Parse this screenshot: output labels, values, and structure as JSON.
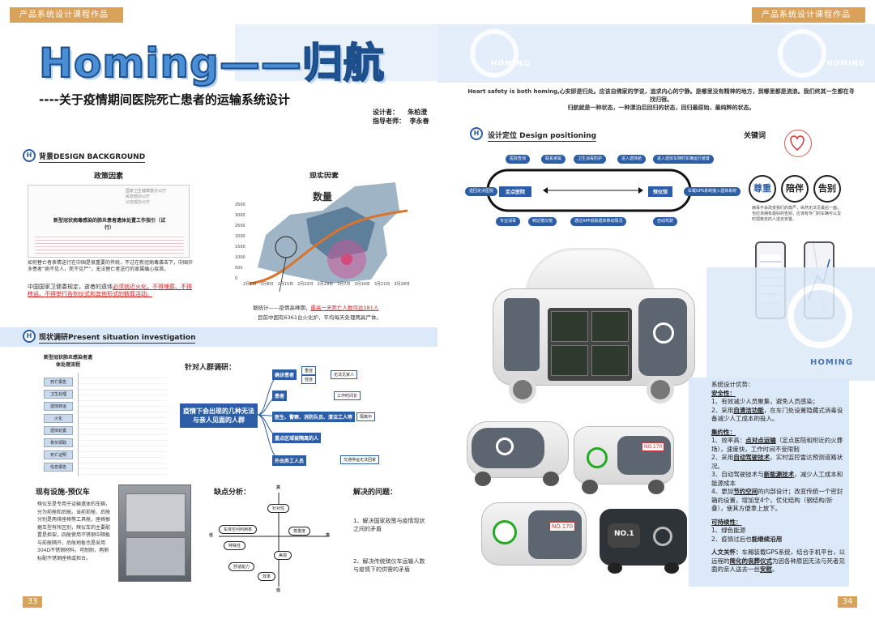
{
  "left": {
    "header_band": "产品系统设计课程作品集",
    "page_number": "33",
    "title": "Homing——归航",
    "subtitle": "----关于疫情期间医院死亡患者的运输系统设计",
    "designer_label": "设计者：",
    "designer_name": "朱柏澄",
    "advisor_label": "指导老师：",
    "advisor_name": "李永春",
    "background": {
      "heading": "背景DESIGN BACKGROUND",
      "policy_title": "政策因素",
      "reality_title": "现实因素",
      "doc_title": "新型冠状病毒感染的肺炎患者遗体处置工作指引（试行）",
      "para1": "如何替亡者表情送行在中国是很重要的传统，不过在新冠病毒袭击下，中国许多患者“病不见人，死不见尸”，无法替亡者送行的家属痛心疾首。",
      "para2_prefix": "中国国家卫健委规定，逝者的遗体",
      "para2_red": "必须就近火化，不得埋葬、不得移运、不得举行告别仪式和其他形式的骸葬活动。",
      "map_title": "数量",
      "y_ticks": [
        "3500",
        "3000",
        "2500",
        "2000",
        "1500",
        "1000",
        "500",
        "0"
      ],
      "x_ticks": [
        "2月1日",
        "2月8日",
        "2月15日",
        "2月22日",
        "2月29日",
        "3月7日",
        "3月14日",
        "3月21日",
        "3月28日"
      ],
      "caption1_prefix": "据统计——疫情高峰期，",
      "caption1_red": "最高一天死亡人数可达181人",
      "caption2": "目前中国有6361台火化炉，平均每天处理两具尸体。"
    },
    "survey": {
      "heading": "现状调研Present situation investigation",
      "flow_title": "新型冠状肺炎感染者遗体处理流程",
      "flow_steps": [
        "死亡报告",
        "卫生处理",
        "遗体转运",
        "火化",
        "遗体处置",
        "骨灰领取",
        "死亡证明",
        "信息报告"
      ],
      "crowd_title": "针对人群调研：",
      "center_question": "疫情下会出现的几种无法与亲人见面的人群",
      "branches": [
        "确诊患者",
        "患者",
        "医生、警察、消防队员、清洁工人等",
        "重点区域被隔离的人",
        "外出务工人员"
      ],
      "leaves": [
        "重症",
        "轻症",
        "无法见家人",
        "工作时间长",
        "隔离中",
        "交通停运无法回家"
      ],
      "existing_title": "现有设施-预仪车",
      "existing_text": "殡仪车是专用于运输遗体的车辆，分为前舱和后舱。当前前舱、后舱分别是两排座椅等工具舱，座椅根据车型有所区别，殡仪车的主要配置是担架，四舱使用不锈钢中隔板与前舱隔开，后舱地板也是采用304D不锈钢材料，可耐耐，两侧标配不锈钢座椅或担台。",
      "defect_title": "缺点分析：",
      "axis_high": "高",
      "axis_low": "低",
      "axis_right": "高",
      "axis_left": "低",
      "quad_items": [
        "针对性",
        "车体空间利用率",
        "尊重度",
        "特殊性",
        "美观",
        "舒适能力",
        "效率"
      ],
      "solve_title": "解决的问题：",
      "solve1": "1、解决国家政策与疫情现状之间的矛盾",
      "solve2": "2、解决传统殡仪车运输人数与疫情下的供需的矛盾"
    }
  },
  "right": {
    "header_band": "产品系统设计课程作品集",
    "page_number": "34",
    "intro_en": "Heart safety is both homing,心安即是归处。",
    "intro_line1": "应该自佛家的学说，追求内心的宁静。是哪里没有精神的地方，到哪里都是流浪。我们终其一生都在寻找归宿。",
    "intro_line2": "归航就是一种状态，一种漂泊后回归的状态，回归最原始，最纯粹的状态。",
    "positioning_heading": "设计定位 Design positioning",
    "keyword_title": "关键词",
    "flow_pills_top": [
      "医院查询",
      "联系家属",
      "卫生消毒防护",
      "进入遗体舱",
      "进入遗体车随时车辆运行装置"
    ],
    "flow_pills_bottom": [
      "专业消毒",
      "到达殡仪馆",
      "通过APP追踪遗体移动情况",
      "自动驾驶"
    ],
    "loop_left": "定点医院",
    "loop_right": "殡仪馆",
    "loop_far_left": "送回定点医院",
    "loop_far_right": "车载GPS系统接入遗体系统",
    "keywords": [
      "尊重",
      "陪伴",
      "告别"
    ],
    "keyword_desc": "病毒不会改变我们的尊严，纵然无法见最后一面，也应该拥有最好的告别，应该有专门的车辆可以及时把离去的人送去安置。",
    "brand": "HOMING",
    "plate1": "NO.170",
    "plate2": "NO.1",
    "advantages_title": "系统设计优势：",
    "safety_title": "安全性：",
    "safety1": "1、有效减少人员聚集，避免人员感染；",
    "safety2_prefix": "2、采用",
    "safety2_bold": "自清洁功能",
    "safety2_suffix": "，在车门处设置隐藏式消毒设备减少人工成本的投入。",
    "intensive_title": "集约性：",
    "int1_prefix": "1、效率高：",
    "int1_bold": "点对点运输",
    "int1_suffix": "（定点医院和附近的火葬场），速度快，工作时间不受限制",
    "int2_prefix": "2、采用",
    "int2_bold": "自动驾驶技术",
    "int2_suffix": "，实时监控雷达预测道路状况。",
    "int3_prefix": "3、自动驾驶技术与",
    "int3_bold": "新能源技术",
    "int3_suffix": "，减少人工成本和能源成本",
    "int4_prefix": "4、更加",
    "int4_bold": "节约空间",
    "int4_suffix": "的内部设计；改变传统一个密封箱的设置，增加至4个，优化结构（钢结构/折叠），使其方便拿上放下。",
    "sustain_title": "可持续性：",
    "sus1": "1、绿色能源",
    "sus2_prefix": "2、疫情过后也",
    "sus2_bold": "能继续沿用",
    "humanity_prefix": "人文关怀：",
    "humanity_text": "车厢装载GPS系统，结合手机平台，以远程的",
    "humanity_bold1": "简化的丧葬仪式",
    "humanity_text2": "为因各种原因无法与死者见面的亲人送去一丝",
    "humanity_bold2": "安慰",
    "humanity_end": "。"
  },
  "colors": {
    "band": "#d9a25a",
    "accent_blue": "#2b5ea7",
    "light_blue": "#dce9f8",
    "red": "#d32020"
  }
}
